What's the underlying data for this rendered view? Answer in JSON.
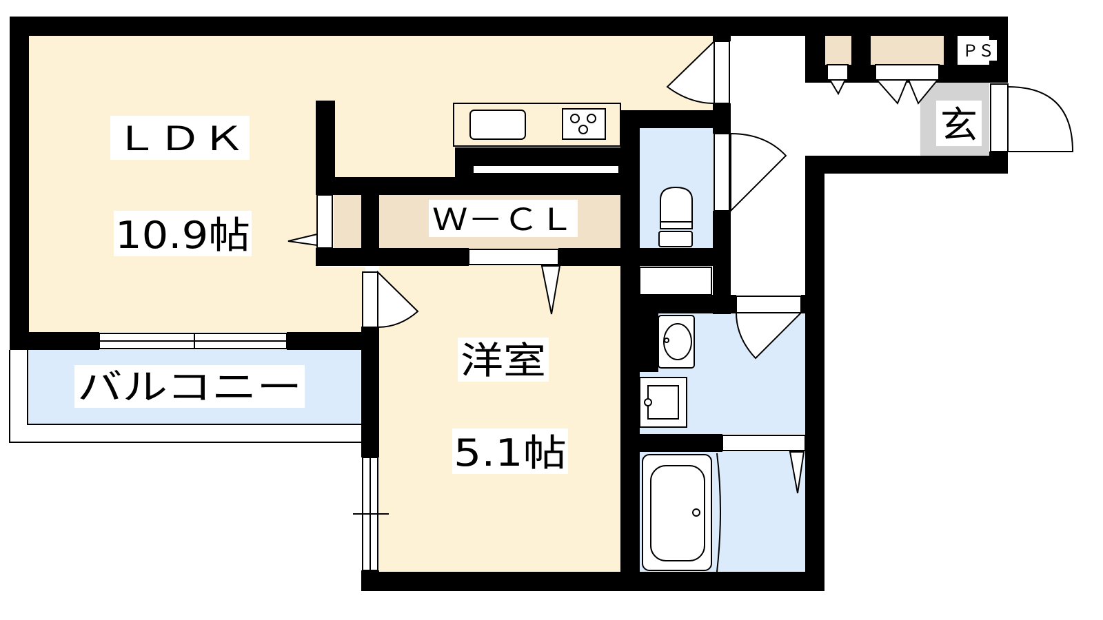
{
  "rooms": {
    "ldk": {
      "name": "ＬＤＫ",
      "size": "10.9帖"
    },
    "western": {
      "name": "洋室",
      "size": "5.1帖"
    },
    "walk_in_closet": {
      "name": "Ｗ－ＣＬ"
    },
    "balcony": {
      "name": "バルコニー"
    },
    "entrance": {
      "name": "玄"
    },
    "pipe_space": {
      "name": "ＰＳ"
    }
  },
  "colors": {
    "wall": "#000000",
    "ldk_floor": "#fdf2d6",
    "western_floor": "#fdf2d6",
    "wet_area": "#dcebfb",
    "closet": "#f0e1c8",
    "balcony": "#dcebfb",
    "entrance_tile": "#d3d3d3"
  }
}
